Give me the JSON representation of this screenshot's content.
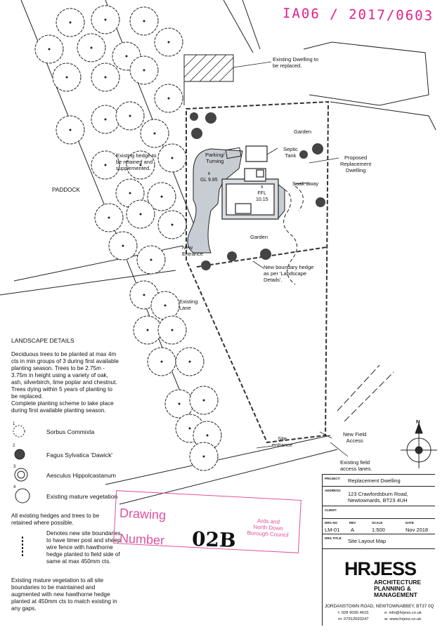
{
  "stamp_top": "IA06 / 2017/0603",
  "labels": {
    "existing_dwelling": "Existing Dwelling to\nbe replaced.",
    "garden_top": "Garden",
    "septic_tank": "Septic\nTank",
    "proposed_dwelling": "Proposed\nReplacement\nDwelling",
    "soak_away": "Soak-away",
    "parking": "Parking/\nTurning",
    "gl": "x\nGL 9.85",
    "ffl": "x\nFFL\n10.15",
    "existing_hedge": "Existing hedge to\nbe retained and\nsupplemented.",
    "paddock": "PADDOCK",
    "garden_mid": "Garden",
    "new_entrance": "New\nEntrance",
    "new_boundary": "New boundary hedge\nas per 'Landscape\nDetails'.",
    "existing_lane": "Existing\nLane",
    "new_field_access": "New Field\nAccess",
    "site_entrance": "Site\nentrance",
    "existing_field_lanes": "Existing field\naccess lanes.",
    "north": "N"
  },
  "landscape": {
    "heading": "LANDSCAPE DETAILS",
    "intro": "Deciduous trees to be planted at max 4m\ncts in min groups of 3 during first available\nplanting season.  Trees to be 2.75m -\n3.75m in height using a variety of oak,\nash, silverbirch, lime poplar and chestnut.\nTrees dying within 5 years of planting to\nbe replaced.\nComplete planting scheme to take place\nduring first available planting season.",
    "items": [
      {
        "num": "1",
        "label": "Sorbus Commixta"
      },
      {
        "num": "2",
        "label": "Fagus Sylvatica 'Dawick'"
      },
      {
        "num": "3",
        "label": "Aesculus Hippolcastanum"
      },
      {
        "num": "4",
        "label": "Existing mature vegetation"
      }
    ],
    "retain_note": "All existing hedges and trees to be\nretained where possible.",
    "boundary_note": "Denotes new site boundaries,\nto have timer post and sheep\nwire fence with hawthorne\nhedge planted to field side of\nsame at max 450mm cts.",
    "final_note": "Existing mature vegetation to all site\nboundaries to be maintained and\naugmented with new hawthorne hedge\nplanted at 450mm cts to match existing in\nany gaps."
  },
  "stamp": {
    "drawing": "Drawing",
    "number": "Number",
    "value": "02B",
    "council": "Ards and\nNorth Down\nBorough Council"
  },
  "title_block": {
    "project_label": "PROJECT:",
    "project": "Replacement Dwelling",
    "address_label": "ADDRESS:",
    "address": "123 Crawfordsburn Road,\nNewtownards, BT23 4UH",
    "client_label": "CLIENT:",
    "client": "",
    "dwg_no_label": "DRG NO",
    "dwg_no": "LM-01",
    "rev_label": "REV",
    "rev": "A",
    "scale_label": "SCALE",
    "scale": "1:500",
    "date_label": "DATE",
    "date": "Nov 2018",
    "dwg_title_label": "DRG TITLE",
    "dwg_title": "Site Layout Map",
    "logo_main": "HRJESS",
    "logo_sub": "ARCHITECTURE\nPLANNING &\nMANAGEMENT",
    "company_address": "JORDANSTOWN ROAD, NEWTOWNABBEY, BT37 0Q",
    "tel": "t: 028 9036 4615",
    "mob": "m: 07912693247",
    "email": "e: info@hrjess.co.uk",
    "web": "w: www.hrjess.co.uk"
  },
  "colors": {
    "stamp_pink": "#e14f9c",
    "hardstanding": "#c7cdd3",
    "line": "#222222"
  }
}
